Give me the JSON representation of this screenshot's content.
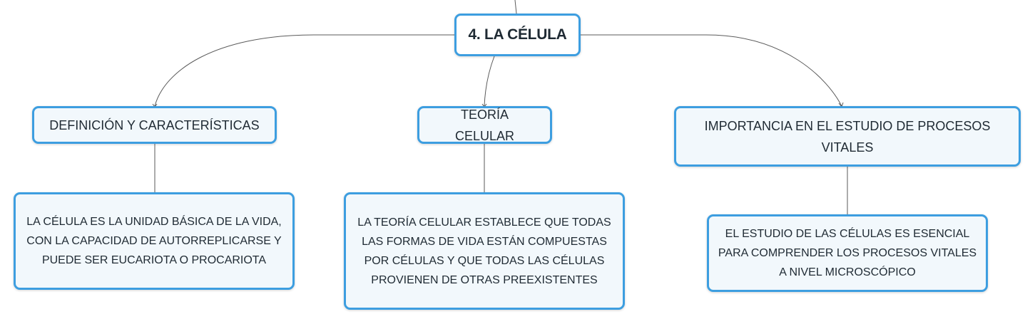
{
  "root": {
    "label": "4. LA CÉLULA"
  },
  "branches": [
    {
      "title": "DEFINICIÓN Y CARACTERÍSTICAS",
      "detail_lines": [
        "LA CÉLULA ES LA UNIDAD BÁSICA DE LA VIDA,",
        "CON LA CAPACIDAD DE AUTORREPLICARSE Y",
        "PUEDE SER EUCARIOTA O PROCARIOTA"
      ]
    },
    {
      "title": "TEORÍA CELULAR",
      "detail_lines": [
        "LA TEORÍA CELULAR ESTABLECE QUE TODAS",
        "LAS FORMAS DE VIDA ESTÁN COMPUESTAS",
        "POR CÉLULAS Y QUE TODAS LAS CÉLULAS",
        "PROVIENEN DE OTRAS PREEXISTENTES"
      ]
    },
    {
      "title_lines": [
        "IMPORTANCIA EN EL ESTUDIO DE PROCESOS",
        "VITALES"
      ],
      "detail_lines": [
        "EL ESTUDIO DE LAS CÉLULAS ES ESENCIAL",
        "PARA COMPRENDER LOS PROCESOS VITALES",
        "A NIVEL MICROSCÓPICO"
      ]
    }
  ],
  "colors": {
    "node_border": "#3d9ee0",
    "node_fill": "#f2f8fc",
    "connector": "#5a5a5a",
    "text": "#1f2a33"
  }
}
